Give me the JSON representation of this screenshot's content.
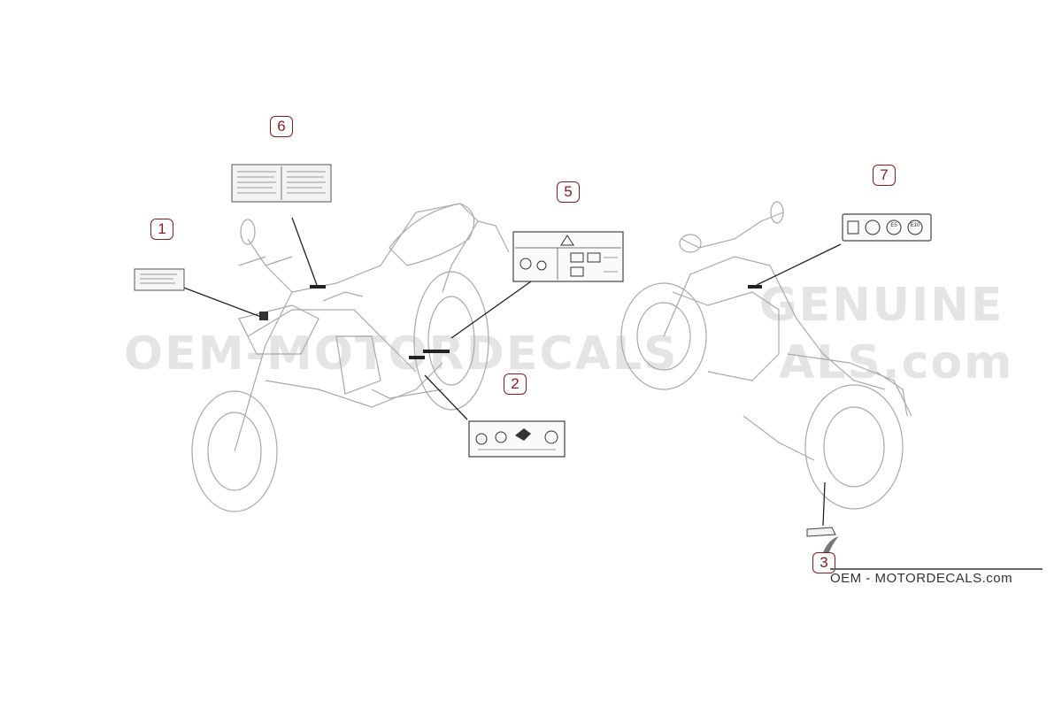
{
  "callouts": [
    {
      "id": "1",
      "label": "1"
    },
    {
      "id": "2",
      "label": "2"
    },
    {
      "id": "3",
      "label": "3"
    },
    {
      "id": "5",
      "label": "5"
    },
    {
      "id": "6",
      "label": "6"
    },
    {
      "id": "7",
      "label": "7"
    }
  ],
  "watermark": {
    "text": "OEM - MOTORDECALS.com"
  },
  "background_watermark": {
    "left": "OEM-MOTORDECALS",
    "right": "GENUINE",
    "right2": "ALS.com"
  },
  "decal7_badges": [
    "E5",
    "E10"
  ],
  "colors": {
    "callout": "#8b1b1b",
    "line": "#222222",
    "sketch": "#b8b8b8"
  }
}
